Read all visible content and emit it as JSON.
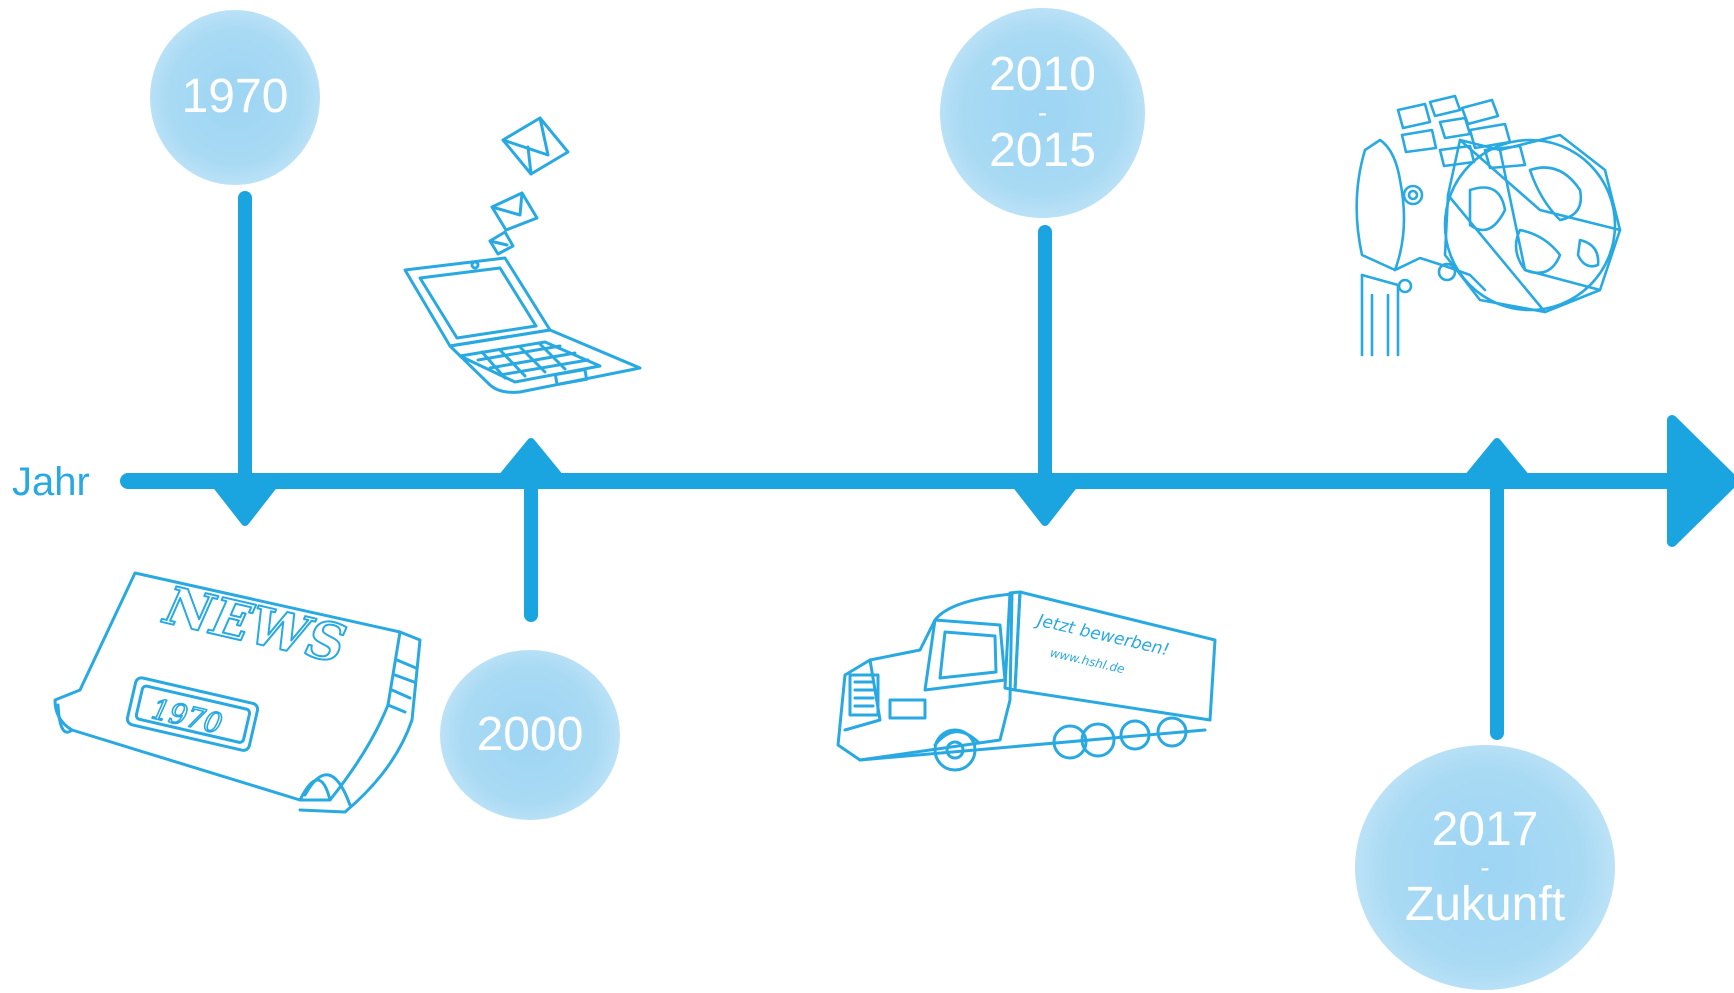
{
  "axis": {
    "label": "Jahr"
  },
  "colors": {
    "line": "#1aa4e0",
    "bubble": "#a6d8f4",
    "sketch": "#29a9e1",
    "label_text": "#ffffff"
  },
  "milestones": [
    {
      "year_line1": "1970",
      "year_dash": "",
      "year_line2": "",
      "illustration": "newspaper-icon",
      "illustration_text": "NEWS",
      "illustration_subtext": "1970"
    },
    {
      "year_line1": "2000",
      "year_dash": "",
      "year_line2": "",
      "illustration": "laptop-email-icon"
    },
    {
      "year_line1": "2010",
      "year_dash": "-",
      "year_line2": "2015",
      "illustration": "truck-icon",
      "illustration_text": "Jetzt bewerben!",
      "illustration_subtext": "www.hshl.de"
    },
    {
      "year_line1": "2017",
      "year_dash": "-",
      "year_line2": "Zukunft",
      "illustration": "robot-hand-globe-icon"
    }
  ]
}
